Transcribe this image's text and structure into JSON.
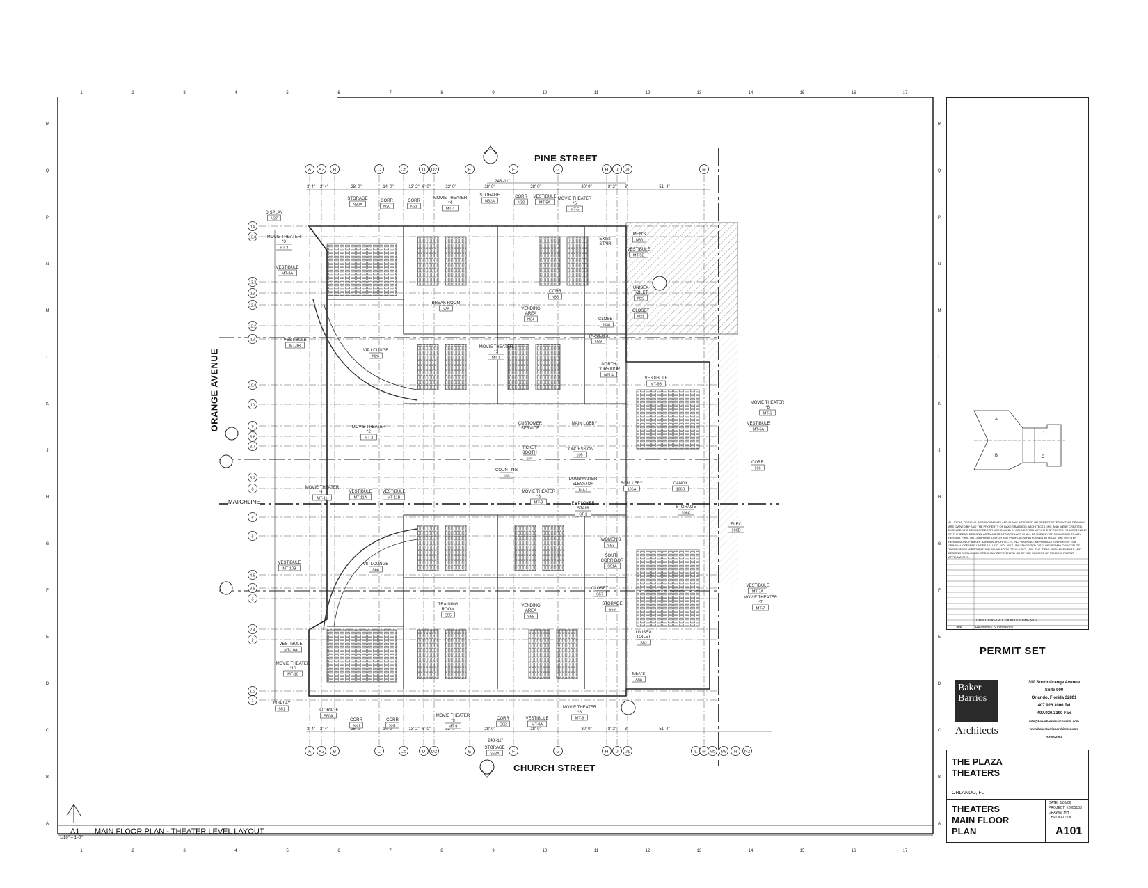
{
  "drawing": {
    "streets": {
      "north": "PINE STREET",
      "south": "CHURCH STREET",
      "west": "ORANGE AVENUE"
    },
    "matchline": "MATCHLINE",
    "caption_number": "A1",
    "caption_title": "MAIN FLOOR PLAN - THEATER LEVEL LAYOUT",
    "scale": "1/16\" = 1'-0\"",
    "grid_columns_top": [
      "A",
      "A2",
      "B",
      "C",
      "C5",
      "D",
      "D2",
      "E",
      "F",
      "G",
      "H",
      "J",
      "J1",
      "M"
    ],
    "grid_columns_bottom": [
      "A",
      "A2",
      "B",
      "C",
      "C5",
      "D",
      "D2",
      "E",
      "F",
      "G",
      "H",
      "J",
      "J1",
      "L",
      "M",
      "M5",
      "M9",
      "N",
      "N2"
    ],
    "dims_top": [
      "3'-4\"",
      "2'-4\"",
      "28'-0\"",
      "14'-0\"",
      "13'-2\"",
      "6'-0\"",
      "22'-0\"",
      "28'-0\"",
      "28'-0\"",
      "30'-0\"",
      "8'-2\"",
      "3'",
      "51'-4\""
    ],
    "overall_dim": "248'-11\"",
    "grid_rows": [
      "14",
      "13.8",
      "13.2",
      "13",
      "12.8",
      "12.2",
      "12",
      "10.8",
      "10",
      "9",
      "8.8",
      "8.7",
      "8.2",
      "8",
      "6",
      "5",
      "4.5",
      "3.8",
      "3",
      "2.4",
      "2",
      "1.2",
      "1"
    ],
    "frame_numbers": [
      "1",
      "2",
      "3",
      "4",
      "5",
      "6",
      "7",
      "8",
      "9",
      "10",
      "11",
      "12",
      "13",
      "14",
      "15",
      "16",
      "17"
    ],
    "frame_letters": [
      "R",
      "Q",
      "P",
      "N",
      "M",
      "L",
      "K",
      "J",
      "H",
      "G",
      "F",
      "E",
      "D",
      "C",
      "B",
      "A"
    ],
    "rooms": [
      {
        "name": "DISPLAY",
        "num": "N27"
      },
      {
        "name": "MOVIE THEATER *3",
        "num": "MT-3"
      },
      {
        "name": "STORAGE",
        "num": "N30A"
      },
      {
        "name": "CORR",
        "num": "N30"
      },
      {
        "name": "CORR",
        "num": "N31"
      },
      {
        "name": "MOVIE THEATER *4",
        "num": "MT-4"
      },
      {
        "name": "STORAGE",
        "num": "N32A"
      },
      {
        "name": "CORR",
        "num": "N32"
      },
      {
        "name": "VESTIBULE",
        "num": "MT-5A"
      },
      {
        "name": "MOVIE THEATER *5",
        "num": "MT-5"
      },
      {
        "name": "MEN'S",
        "num": "N36"
      },
      {
        "name": "EXIST STAIR",
        "num": ""
      },
      {
        "name": "VESTIBULE",
        "num": "MT-5B"
      },
      {
        "name": "VESTIBULE",
        "num": "MT-3A"
      },
      {
        "name": "BREAK ROOM",
        "num": "N35"
      },
      {
        "name": "VENDING AREA",
        "num": "N34"
      },
      {
        "name": "CORR",
        "num": "N33"
      },
      {
        "name": "UNISEX TOILET",
        "num": "N22"
      },
      {
        "name": "CLOSET",
        "num": "N21"
      },
      {
        "name": "CLOSET",
        "num": "N38"
      },
      {
        "name": "WOMEN'S",
        "num": "N23"
      },
      {
        "name": "VESTIBULE",
        "num": "MT-3B"
      },
      {
        "name": "VIP LOUNGE",
        "num": "N26"
      },
      {
        "name": "MOVIE THEATER *1",
        "num": "MT-1"
      },
      {
        "name": "NORTH CORRIDOR",
        "num": "N21A"
      },
      {
        "name": "VESTIBULE",
        "num": "MT-6B"
      },
      {
        "name": "MOVIE THEATER *6",
        "num": "MT-6"
      },
      {
        "name": "VESTIBULE",
        "num": "MT-6A"
      },
      {
        "name": "MOVIE THEATER *2",
        "num": "MT-2"
      },
      {
        "name": "CUSTOMER SERVICE",
        "num": ""
      },
      {
        "name": "MAIN LOBBY",
        "num": ""
      },
      {
        "name": "TICKET BOOTH",
        "num": "104"
      },
      {
        "name": "CONCESSION",
        "num": "105"
      },
      {
        "name": "COUNTING",
        "num": "103"
      },
      {
        "name": "CORR",
        "num": "106"
      },
      {
        "name": "DUMBWAITER ELEVATOR",
        "num": "DU-1"
      },
      {
        "name": "EMPLOYEE STAIR",
        "num": "ST-1"
      },
      {
        "name": "SCULLERY",
        "num": "106A"
      },
      {
        "name": "CANDY",
        "num": "106B"
      },
      {
        "name": "STORAGE",
        "num": "106C"
      },
      {
        "name": "ELEC",
        "num": "106D"
      },
      {
        "name": "MOVIE THEATER *11",
        "num": "MT-11"
      },
      {
        "name": "VESTIBULE",
        "num": "MT-11A"
      },
      {
        "name": "VESTIBULE",
        "num": "MT-11B"
      },
      {
        "name": "MOVIE THEATER *8",
        "num": "MT-8"
      },
      {
        "name": "VESTIBULE",
        "num": "MT-10B"
      },
      {
        "name": "VIP LOUNGE",
        "num": "S66"
      },
      {
        "name": "WOMEN'S",
        "num": "S53"
      },
      {
        "name": "SOUTH CORRIDOR",
        "num": "S51A"
      },
      {
        "name": "TRAINING ROOM",
        "num": "S55"
      },
      {
        "name": "VENDING AREA",
        "num": "S65"
      },
      {
        "name": "CLOSET",
        "num": "S57"
      },
      {
        "name": "STORAGE",
        "num": "S56"
      },
      {
        "name": "UNISEX TOILET",
        "num": "S52"
      },
      {
        "name": "VESTIBULE",
        "num": "MT-7A"
      },
      {
        "name": "MOVIE THEATER *7",
        "num": "MT-7"
      },
      {
        "name": "VESTIBULE",
        "num": "MT-10A"
      },
      {
        "name": "MOVIE THEATER *10",
        "num": "MT-10"
      },
      {
        "name": "MEN'S",
        "num": "S58"
      },
      {
        "name": "DISPLAY",
        "num": "S51"
      },
      {
        "name": "STORAGE",
        "num": "S60A"
      },
      {
        "name": "CORR",
        "num": "S60"
      },
      {
        "name": "CORR",
        "num": "S61"
      },
      {
        "name": "MOVIE THEATER *9",
        "num": "MT-9"
      },
      {
        "name": "CORR",
        "num": "S62"
      },
      {
        "name": "VESTIBULE",
        "num": "MT-8A"
      },
      {
        "name": "MOVIE THEATER *8",
        "num": "MT-8"
      },
      {
        "name": "STORAGE",
        "num": "S62A"
      }
    ]
  },
  "title_block": {
    "copyright_text": "ALL IDEAS, DESIGNS, ARRANGEMENTS AND PLANS INDICATED OR REPRESENTED BY THIS DRAWING ARE OWNED BY AND THE PROPERTY OF BAKER BARRIOS ARCHITECTS, INC. AND WERE CREATED, EVOLVED, AND DEVELOPED FOR USE ON AND IN CONNECTION WITH THE SPECIFIED PROJECT. NONE OF THE IDEAS, DESIGNS, ARRANGEMENTS OR PLANS SHALL BE USED BY OR DISCLOSED TO ANY PERSON, FIRM, OR CORPORATION FOR ANY PURPOSE WHATSOEVER WITHOUT THE WRITTEN PERMISSION OF BAKER BARRIOS ARCHITECTS, INC. WARNING: REPRODUCTION HEREOF IS A CRIMINAL OFFENSE UNDER 18 U.S.C. 1001. ANY UNAUTHORIZED DISCLOSURE MAY CONSTITUTE THEREOF MISAPPROPRIATION IN VIOLATION OF 18 U.S.C. 1905. THE IDEAS, ARRANGEMENTS AND DESIGNS DISCLOSED HEREIN MAY BE PATENTED OR BE THE SUBJECT OF PENDING PATENT APPLICATIONS.",
    "revision_entry": "100% CONSTRUCTION DOCUMENTS",
    "rev_col_date": "Date",
    "rev_col_rev": "Revisions / Submissions",
    "permit": "PERMIT SET",
    "firm_logo": [
      "Baker",
      "Barrios",
      "Architects"
    ],
    "address": [
      "300 South Orange Avenue",
      "Suite 900",
      "Orlando, Florida 32801",
      "407.926.3000 Tel",
      "407.926.3390 Fax",
      "info@bakerbarriosarchitects.com",
      "www.bakerbarriosarchitects.com",
      "AA0002981"
    ],
    "project": [
      "THE PLAZA",
      "THEATERS"
    ],
    "location": "ORLANDO, FL",
    "sheet_title": [
      "THEATERS",
      "MAIN FLOOR",
      "PLAN"
    ],
    "meta": [
      {
        "label": "DATE:",
        "value": "8/06/06"
      },
      {
        "label": "PROJECT:",
        "value": "#2005103"
      },
      {
        "label": "DRAWN:",
        "value": "MH"
      },
      {
        "label": "CHECKED:",
        "value": "DL"
      }
    ],
    "sheet_number": "A101",
    "keyplan": [
      "A",
      "B",
      "C",
      "D"
    ]
  }
}
